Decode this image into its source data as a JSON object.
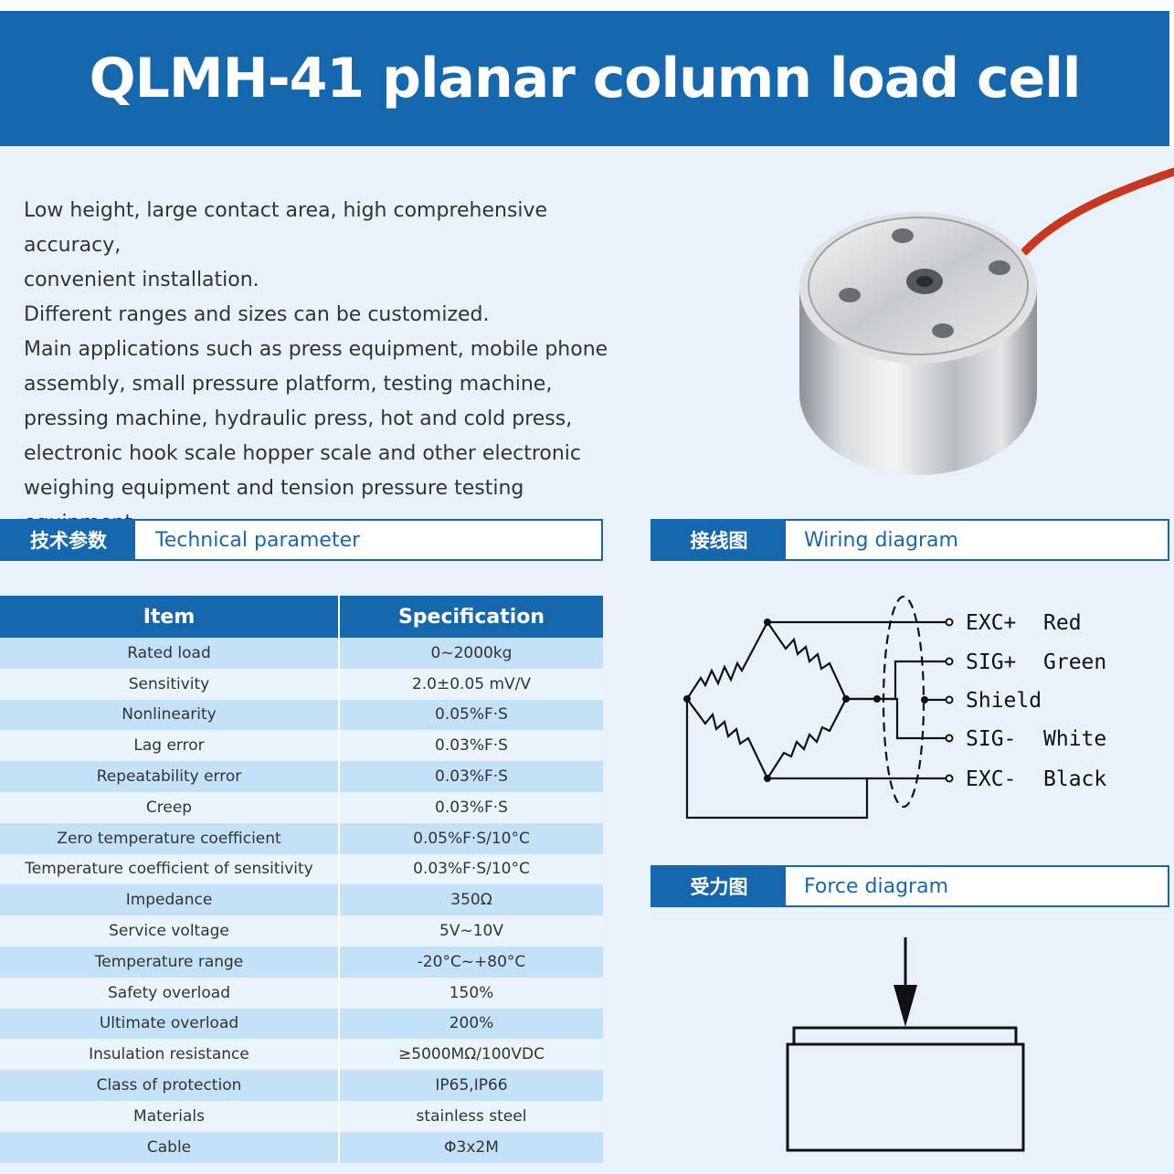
{
  "header": {
    "title": "QLMH-41 planar column load cell"
  },
  "intro": {
    "lines": [
      "Low height, large contact area, high comprehensive accuracy,",
      "convenient installation.",
      "Different ranges and sizes can be customized.",
      "Main applications such as press equipment, mobile phone",
      "assembly, small pressure platform, testing machine,",
      "pressing machine, hydraulic press, hot and cold press,",
      "electronic hook scale hopper scale and other electronic",
      "weighing equipment and tension pressure testing equipment."
    ]
  },
  "sections": {
    "technical": {
      "zh": "技术参数",
      "en": "Technical parameter"
    },
    "wiring": {
      "zh": "接线图",
      "en": "Wiring diagram"
    },
    "force": {
      "zh": "受力图",
      "en": "Force diagram"
    }
  },
  "table": {
    "headers": [
      "Item",
      "Specification"
    ],
    "rows": [
      [
        "Rated load",
        "0~2000kg"
      ],
      [
        "Sensitivity",
        "2.0±0.05 mV/V"
      ],
      [
        "Nonlinearity",
        "0.05%F·S"
      ],
      [
        "Lag error",
        "0.03%F·S"
      ],
      [
        "Repeatability error",
        "0.03%F·S"
      ],
      [
        "Creep",
        "0.03%F·S"
      ],
      [
        "Zero temperature coefficient",
        "0.05%F·S/10°C"
      ],
      [
        "Temperature coefficient of sensitivity",
        "0.03%F·S/10°C"
      ],
      [
        "Impedance",
        "350Ω"
      ],
      [
        "Service voltage",
        "5V~10V"
      ],
      [
        "Temperature range",
        "-20°C~+80°C"
      ],
      [
        "Safety overload",
        "150%"
      ],
      [
        "Ultimate overload",
        "200%"
      ],
      [
        "Insulation resistance",
        "≥5000MΩ/100VDC"
      ],
      [
        "Class of protection",
        "IP65,IP66"
      ],
      [
        "Materials",
        "stainless steel"
      ],
      [
        "Cable",
        "Φ3x2M"
      ]
    ]
  },
  "wiring": {
    "signals": [
      {
        "signal": "EXC+",
        "color": "Red"
      },
      {
        "signal": "SIG+",
        "color": "Green"
      },
      {
        "signal": "Shield",
        "color": ""
      },
      {
        "signal": "SIG-",
        "color": "White"
      },
      {
        "signal": "EXC-",
        "color": "Black"
      }
    ]
  },
  "colors": {
    "brand": "#1568ae",
    "row_light": "#c4e2f7",
    "row_pale": "#eaf4fc",
    "cable": "#c8381e"
  }
}
